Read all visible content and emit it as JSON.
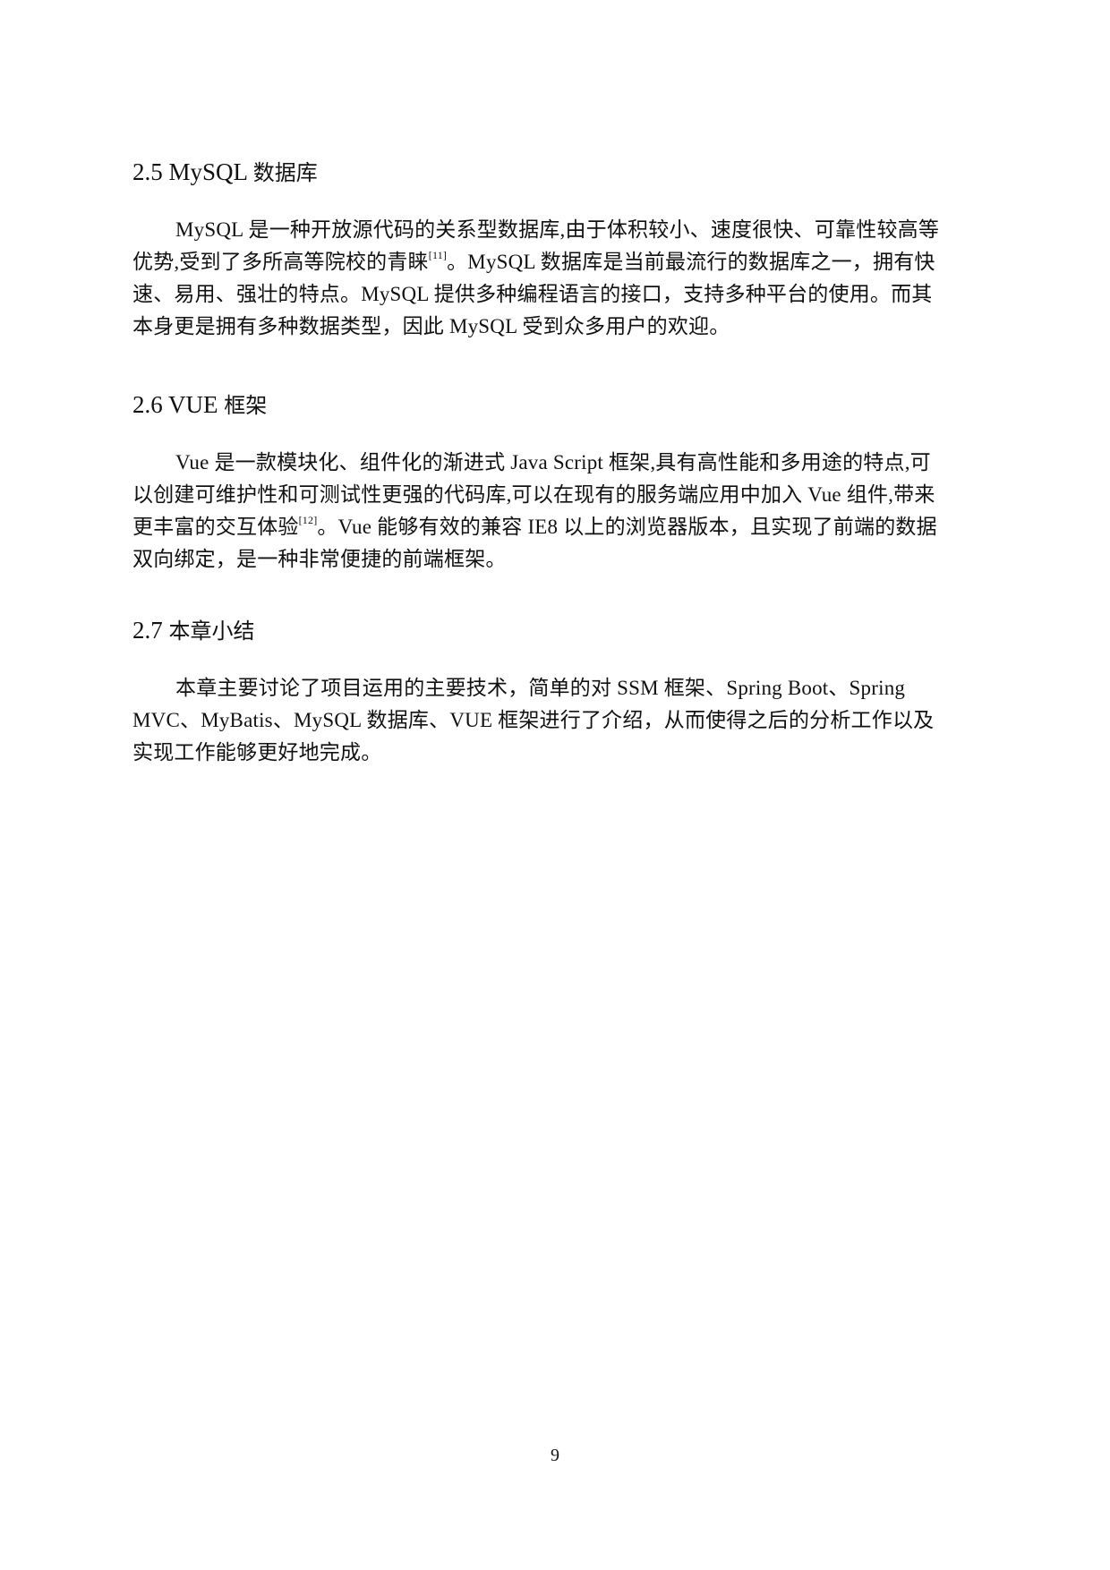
{
  "sections": [
    {
      "number": "2.5",
      "title_latin": "MySQL",
      "title_zh": "数据库",
      "lines": [
        {
          "text": "MySQL 是一种开放源代码的关系型数据库,由于体积较小、速度很快、可靠性较高等"
        },
        {
          "text": "优势,受到了多所高等院校的青睐",
          "sup": "[11]",
          "after": "。MySQL 数据库是当前最流行的数据库之一，拥有快"
        },
        {
          "text": "速、易用、强壮的特点。MySQL 提供多种编程语言的接口，支持多种平台的使用。而其"
        },
        {
          "text": "本身更是拥有多种数据类型，因此 MySQL 受到众多用户的欢迎。"
        }
      ]
    },
    {
      "number": "2.6",
      "title_latin": "VUE",
      "title_zh": "框架",
      "lines": [
        {
          "text": "Vue 是一款模块化、组件化的渐进式 Java Script 框架,具有高性能和多用途的特点,可"
        },
        {
          "text": "以创建可维护性和可测试性更强的代码库,可以在现有的服务端应用中加入 Vue 组件,带来"
        },
        {
          "text": "更丰富的交互体验",
          "sup": "[12]",
          "after": "。Vue 能够有效的兼容 IE8 以上的浏览器版本，且实现了前端的数据"
        },
        {
          "text": "双向绑定，是一种非常便捷的前端框架。"
        }
      ]
    },
    {
      "number": "2.7",
      "title_latin": "",
      "title_zh": "本章小结",
      "lines": [
        {
          "text": "本章主要讨论了项目运用的主要技术，简单的对 SSM 框架、Spring Boot、Spring"
        },
        {
          "text": "MVC、MyBatis、MySQL 数据库、VUE 框架进行了介绍，从而使得之后的分析工作以及"
        },
        {
          "text": "实现工作能够更好地完成。"
        }
      ]
    }
  ],
  "footer": {
    "page_number": "9"
  }
}
